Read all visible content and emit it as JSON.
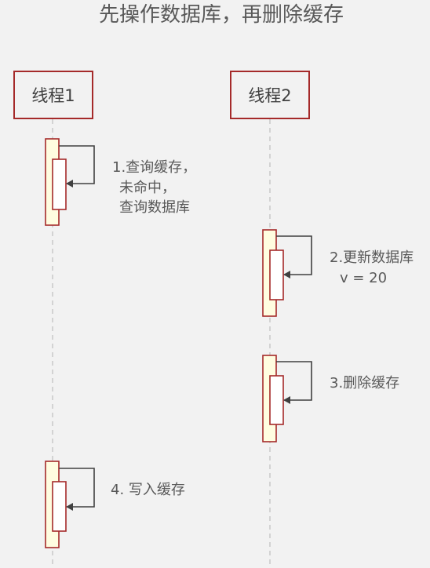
{
  "title": "先操作数据库，再删除缓存",
  "participants": [
    {
      "label": "线程1"
    },
    {
      "label": "线程2"
    }
  ],
  "steps": [
    {
      "lines": [
        "1.查询缓存，",
        "未命中，",
        "查询数据库"
      ]
    },
    {
      "lines": [
        "2.更新数据库",
        "v = 20"
      ]
    },
    {
      "lines": [
        "3.删除缓存"
      ]
    },
    {
      "lines": [
        "4. 写入缓存"
      ]
    }
  ],
  "colors": {
    "box_border": "#a52a2a",
    "activation_fill": "#fffde0",
    "lifeline": "#bfbfbf",
    "text": "#595959"
  }
}
